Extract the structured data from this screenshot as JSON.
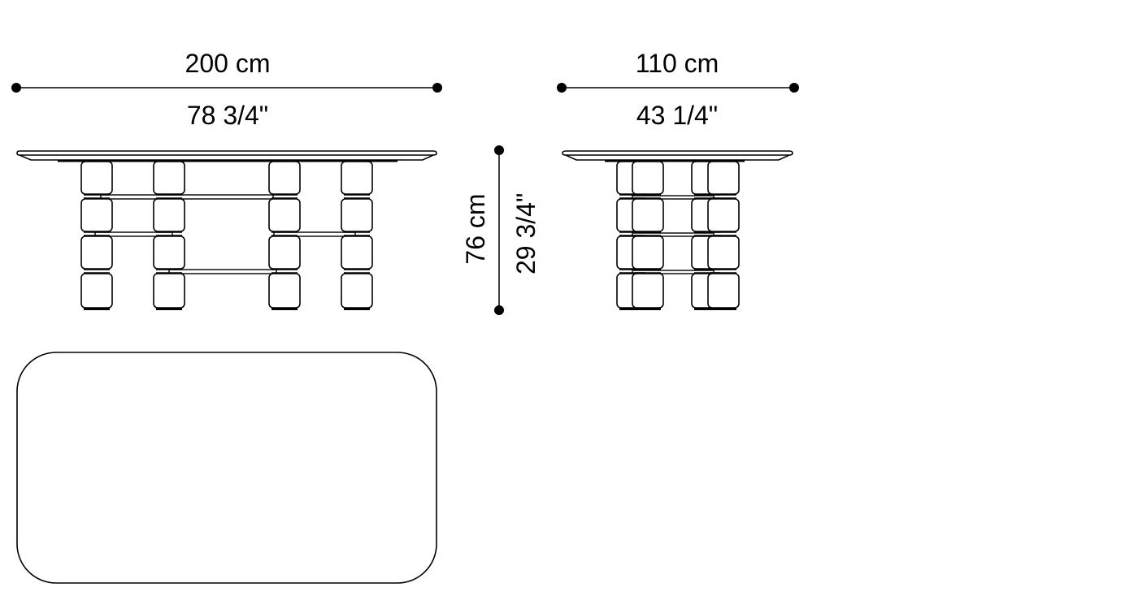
{
  "drawing": {
    "title": "Table dimension drawing",
    "line_color": "#000000",
    "background": "#ffffff"
  },
  "dimensions": {
    "length": {
      "metric": "200 cm",
      "imperial": "78 3/4\""
    },
    "depth": {
      "metric": "110 cm",
      "imperial": "43 1/4\""
    },
    "height": {
      "metric": "76 cm",
      "imperial": "29 3/4\""
    }
  },
  "views": [
    {
      "name": "front-elevation",
      "legs_visible": 4,
      "stretchers": 5
    },
    {
      "name": "side-elevation",
      "legs_visible": 4
    },
    {
      "name": "plan-view",
      "shape": "rounded-rectangle"
    }
  ]
}
